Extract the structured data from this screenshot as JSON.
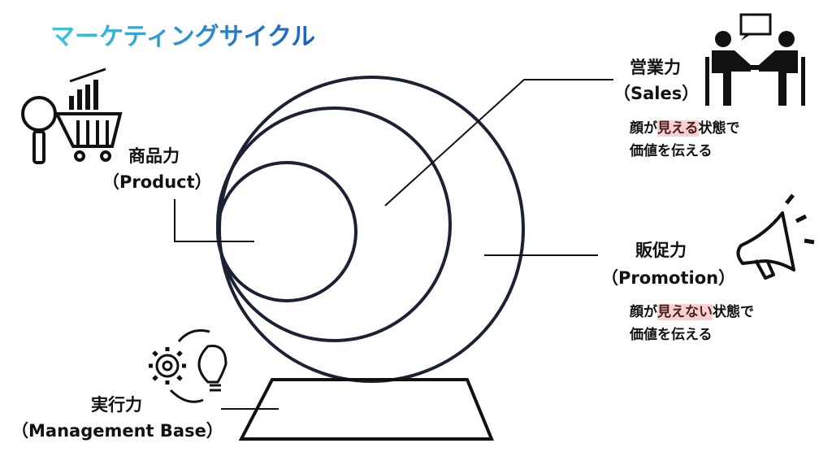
{
  "title": "マーケティングサイクル",
  "product": {
    "name": "商品力",
    "en": "（Product）"
  },
  "sales": {
    "name": "営業力",
    "en": "（Sales）",
    "desc1_pre": "顔が",
    "desc1_hl": "見える",
    "desc1_post": "状態で",
    "desc2": "価値を伝える"
  },
  "promotion": {
    "name": "販促力",
    "en": "（Promotion）",
    "desc1_pre": "顔が",
    "desc1_hl": "見えない",
    "desc1_post": "状態で",
    "desc2": "価値を伝える"
  },
  "management": {
    "name": "実行力",
    "en": "（Management Base）"
  },
  "colors": {
    "highlight": "#f9d0d0",
    "title_start": "#3cc8dc",
    "title_end": "#1a5fc4",
    "circle": "#1b2233"
  }
}
